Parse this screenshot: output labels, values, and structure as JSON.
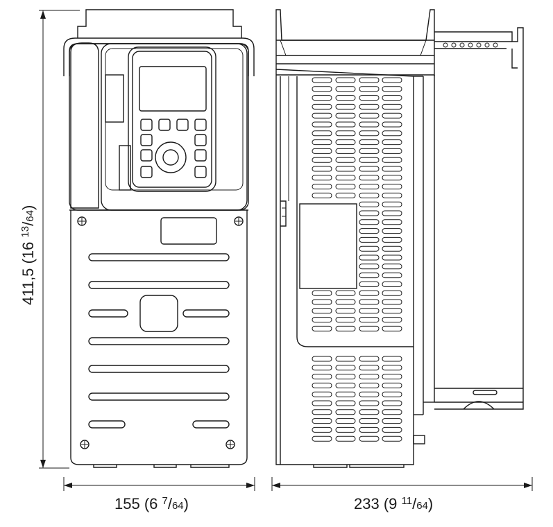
{
  "dimensions": {
    "height": {
      "main": "411,5 (16 ",
      "frac_num": "13",
      "frac_sep": "/",
      "frac_den": "64",
      "close": ")"
    },
    "width_front": {
      "main": "155 (6 ",
      "frac_num": "7",
      "frac_sep": "/",
      "frac_den": "64",
      "close": ")"
    },
    "depth_side": {
      "main": "233 (9 ",
      "frac_num": "11",
      "frac_sep": "/",
      "frac_den": "64",
      "close": ")"
    }
  },
  "line_color": "#1a1a1a",
  "background": "#ffffff"
}
